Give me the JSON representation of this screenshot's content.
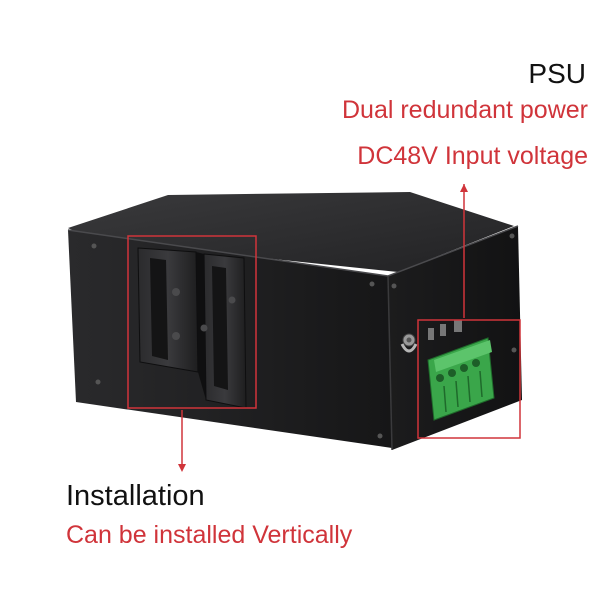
{
  "psu": {
    "title": "PSU",
    "line1": "Dual redundant power",
    "line2": "DC48V Input voltage"
  },
  "installation": {
    "title": "Installation",
    "line1": "Can be installed Vertically"
  },
  "colors": {
    "accent_red": "#d0343a",
    "device_black": "#1b1b1c",
    "terminal_green": "#3aa64a"
  }
}
